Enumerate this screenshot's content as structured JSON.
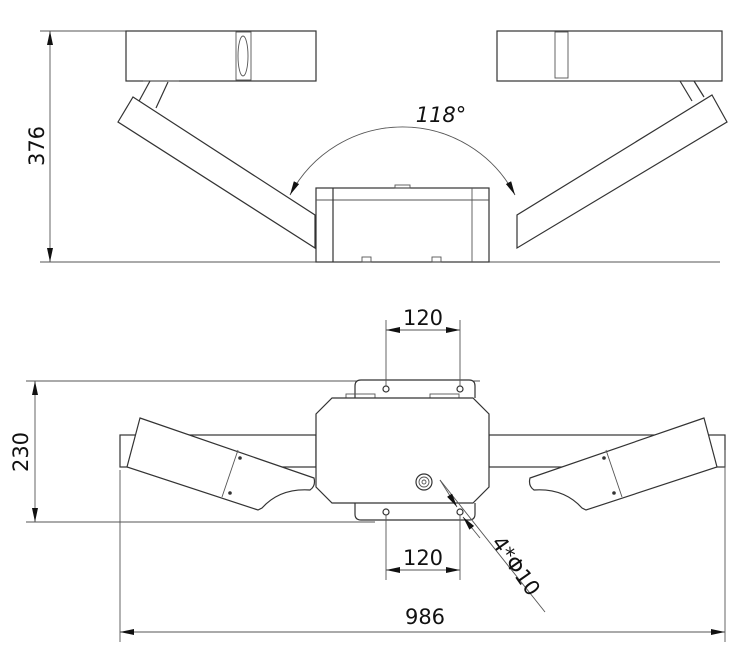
{
  "top_view": {
    "height_dimension": "376",
    "angle_dimension": "118°"
  },
  "bottom_view": {
    "height_dimension": "230",
    "top_hole_spacing": "120",
    "bottom_hole_spacing": "120",
    "hole_callout": "4*Φ10",
    "overall_width": "986"
  },
  "colors": {
    "line": "#333333",
    "background": "#ffffff"
  }
}
